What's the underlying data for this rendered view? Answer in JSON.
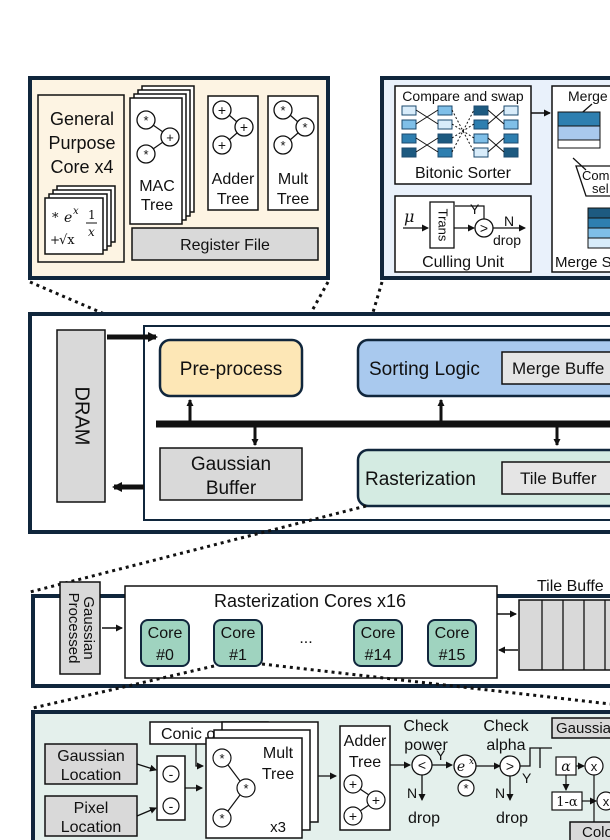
{
  "colors": {
    "cream": "#fdf4e3",
    "light_blue": "#e9f1fb",
    "light_green": "#e4f0ec",
    "preprocess_fill": "#fde7b6",
    "sorting_fill": "#a9c9ee",
    "raster_fill": "#d4ebe2",
    "core_fill": "#9fd3bf",
    "gray_box": "#d9d9d9",
    "dark": "#10263c"
  },
  "gpc_panel": {
    "core_lines": [
      "General",
      "Purpose",
      "Core x4"
    ],
    "math_ops": {
      "mul": "*",
      "exp_base": "e",
      "exp_pow": "x",
      "one": "1",
      "plus": "+",
      "sqrt": "√x",
      "frac_x": "x"
    },
    "mac_tree": [
      "MAC",
      "Tree"
    ],
    "adder_tree": [
      "Adder",
      "Tree"
    ],
    "mult_tree": [
      "Mult",
      "Tree"
    ],
    "register_file": "Register File",
    "op_mul": "*",
    "op_add": "+"
  },
  "sort_panel": {
    "compare_swap": "Compare and swap",
    "bitonic_sorter": "Bitonic Sorter",
    "merge": "Merge",
    "compare_sel": [
      "Com",
      "sel"
    ],
    "merge_sorter": "Merge S",
    "mu": "μ",
    "trans": "Trans",
    "y": "Y",
    "n": "N",
    "gt": ">",
    "drop": "drop",
    "culling_unit": "Culling Unit"
  },
  "system": {
    "dram": "DRAM",
    "preprocess": "Pre-process",
    "sorting_logic": "Sorting Logic",
    "merge_buffer": "Merge Buffe",
    "gaussian_buffer": [
      "Gaussian",
      "Buffer"
    ],
    "rasterization": "Rasterization",
    "tile_buffer": "Tile Buffer"
  },
  "raster_panel": {
    "processed_gaussian": [
      "Processed",
      "Gaussian"
    ],
    "cores_title": "Rasterization Cores x16",
    "cores": [
      {
        "label": [
          "Core",
          "#0"
        ]
      },
      {
        "label": [
          "Core",
          "#1"
        ]
      },
      {
        "label": [
          "Core",
          "#14"
        ]
      },
      {
        "label": [
          "Core",
          "#15"
        ]
      }
    ],
    "ellipsis": "...",
    "tile_buffer": "Tile Buffe"
  },
  "core_panel": {
    "gaussian_location": [
      "Gaussian",
      "Location"
    ],
    "pixel_location": [
      "Pixel",
      "Location"
    ],
    "conic_opacity": "Conic opacity",
    "minus": "-",
    "mult_tree": [
      "Mult",
      "Tree",
      "x3"
    ],
    "adder_tree": [
      "Adder",
      "Tree"
    ],
    "check_power": [
      "Check",
      "power"
    ],
    "check_alpha": [
      "Check",
      "alpha"
    ],
    "gaussian_cut": "Gaussia",
    "lt": "<",
    "gt": ">",
    "exp_base": "e",
    "exp_pow": "x",
    "y": "Y",
    "n": "N",
    "drop": "drop",
    "alpha": "α",
    "one_minus_alpha": "1-α",
    "times": "x",
    "color_cut": "Colo",
    "op_mul": "*",
    "op_add": "+"
  }
}
